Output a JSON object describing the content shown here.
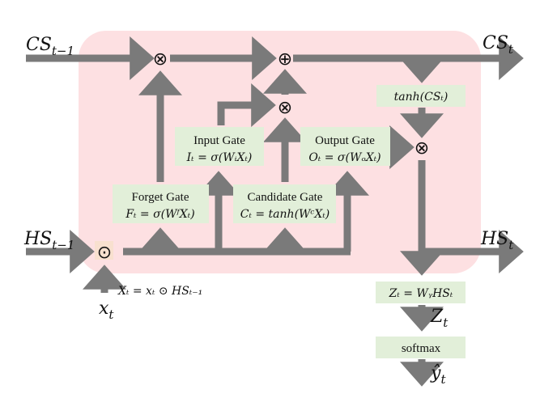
{
  "colors": {
    "cell_background": "#fde0e2",
    "gate_box": "#e2efd9",
    "arrow": "#7a7a7a",
    "input_node_highlight": "#f8e0cf"
  },
  "inputs": {
    "cell_state_prev": "CS",
    "cell_state_prev_sub": "t−1",
    "hidden_state_prev": "HS",
    "hidden_state_prev_sub": "t−1",
    "x_input": "x",
    "x_input_sub": "t",
    "x_equation": "Xₜ = xₜ ⊙ HSₜ₋₁"
  },
  "outputs": {
    "cell_state": "CS",
    "cell_state_sub": "t",
    "hidden_state": "HS",
    "hidden_state_sub": "t",
    "z_label": "Z",
    "z_sub": "t",
    "y_hat": "ŷ",
    "y_hat_sub": "t"
  },
  "operators": {
    "multiply": "⊗",
    "add": "⊕",
    "hadamard": "⊙"
  },
  "gates": {
    "forget": {
      "title": "Forget Gate",
      "formula": "Fₜ = σ(WᶠXₜ)"
    },
    "input": {
      "title": "Input Gate",
      "formula": "Iₜ = σ(WᵢXₜ)"
    },
    "candidate": {
      "title": "Candidate Gate",
      "formula": "Cₜ = tanh(WᶜXₜ)"
    },
    "output": {
      "title": "Output Gate",
      "formula": "Oₜ = σ(WₒXₜ)"
    }
  },
  "tanh_box": "tanh(CSₜ)",
  "z_box": "Zₜ = WᵧHSₜ",
  "softmax_box": "softmax"
}
